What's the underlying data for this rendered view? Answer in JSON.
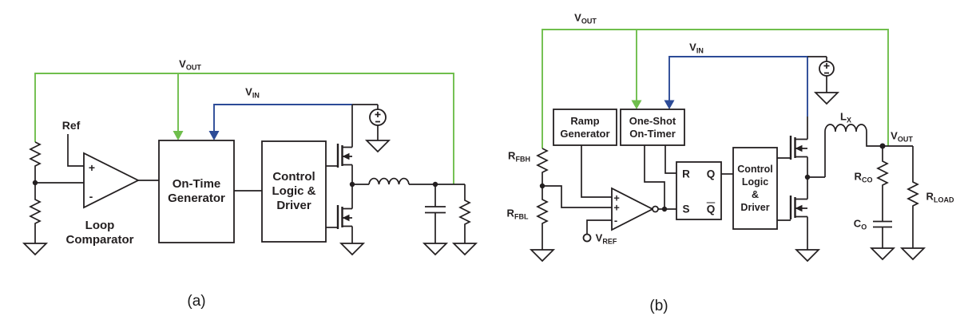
{
  "colors": {
    "vout_net": "#6fbe4c",
    "vin_net": "#2c4b97",
    "line": "#231f20"
  },
  "captions": {
    "a": "(a)",
    "b": "(b)"
  },
  "diagram_a": {
    "net_labels": {
      "vout": {
        "main": "V",
        "sub": "OUT"
      },
      "vin": {
        "main": "V",
        "sub": "IN"
      }
    },
    "ref_label": "Ref",
    "comparator": {
      "plus": "+",
      "minus": "-",
      "name": "Loop\nComparator"
    },
    "blocks": {
      "on_time_generator": "On-Time\nGenerator",
      "control_logic_driver": "Control\nLogic &\nDriver"
    }
  },
  "diagram_b": {
    "net_labels": {
      "vout_top": {
        "main": "V",
        "sub": "OUT"
      },
      "vin": {
        "main": "V",
        "sub": "IN"
      },
      "vout_node": {
        "main": "V",
        "sub": "OUT"
      }
    },
    "blocks": {
      "ramp_generator": "Ramp\nGenerator",
      "one_shot_on_timer": "One-Shot\nOn-Timer",
      "control_logic_driver": "Control\nLogic\n&\nDriver"
    },
    "comparator": {
      "plus_top": "+",
      "plus_mid": "+",
      "minus": "-"
    },
    "sr_latch": {
      "r": "R",
      "s": "S",
      "q": "Q",
      "q_bar": "Q"
    },
    "components": {
      "r_fbh": {
        "main": "R",
        "sub": "FBH"
      },
      "r_fbl": {
        "main": "R",
        "sub": "FBL"
      },
      "v_ref": {
        "main": "V",
        "sub": "REF"
      },
      "l_x": {
        "main": "L",
        "sub": "X"
      },
      "r_co": {
        "main": "R",
        "sub": "CO"
      },
      "c_o": {
        "main": "C",
        "sub": "O"
      },
      "r_load": {
        "main": "R",
        "sub": "LOAD"
      }
    }
  }
}
